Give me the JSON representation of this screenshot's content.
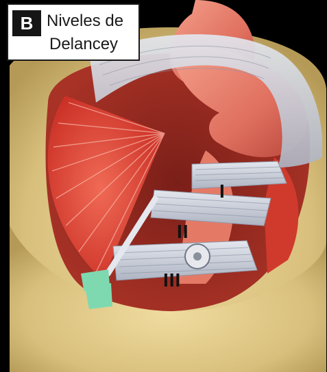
{
  "label": {
    "badge": "B",
    "title_line1": "Niveles de",
    "title_line2": "Delancey"
  },
  "levels": {
    "level_1": "I",
    "level_2": "II",
    "level_3": "III"
  },
  "colors": {
    "background": "#000000",
    "pelvic_bone": "#d8bf7c",
    "muscle": "#d63a2e",
    "organ": "#e0705f",
    "ligament": "#c7ccd6",
    "accent_green": "#7ed9b0"
  }
}
